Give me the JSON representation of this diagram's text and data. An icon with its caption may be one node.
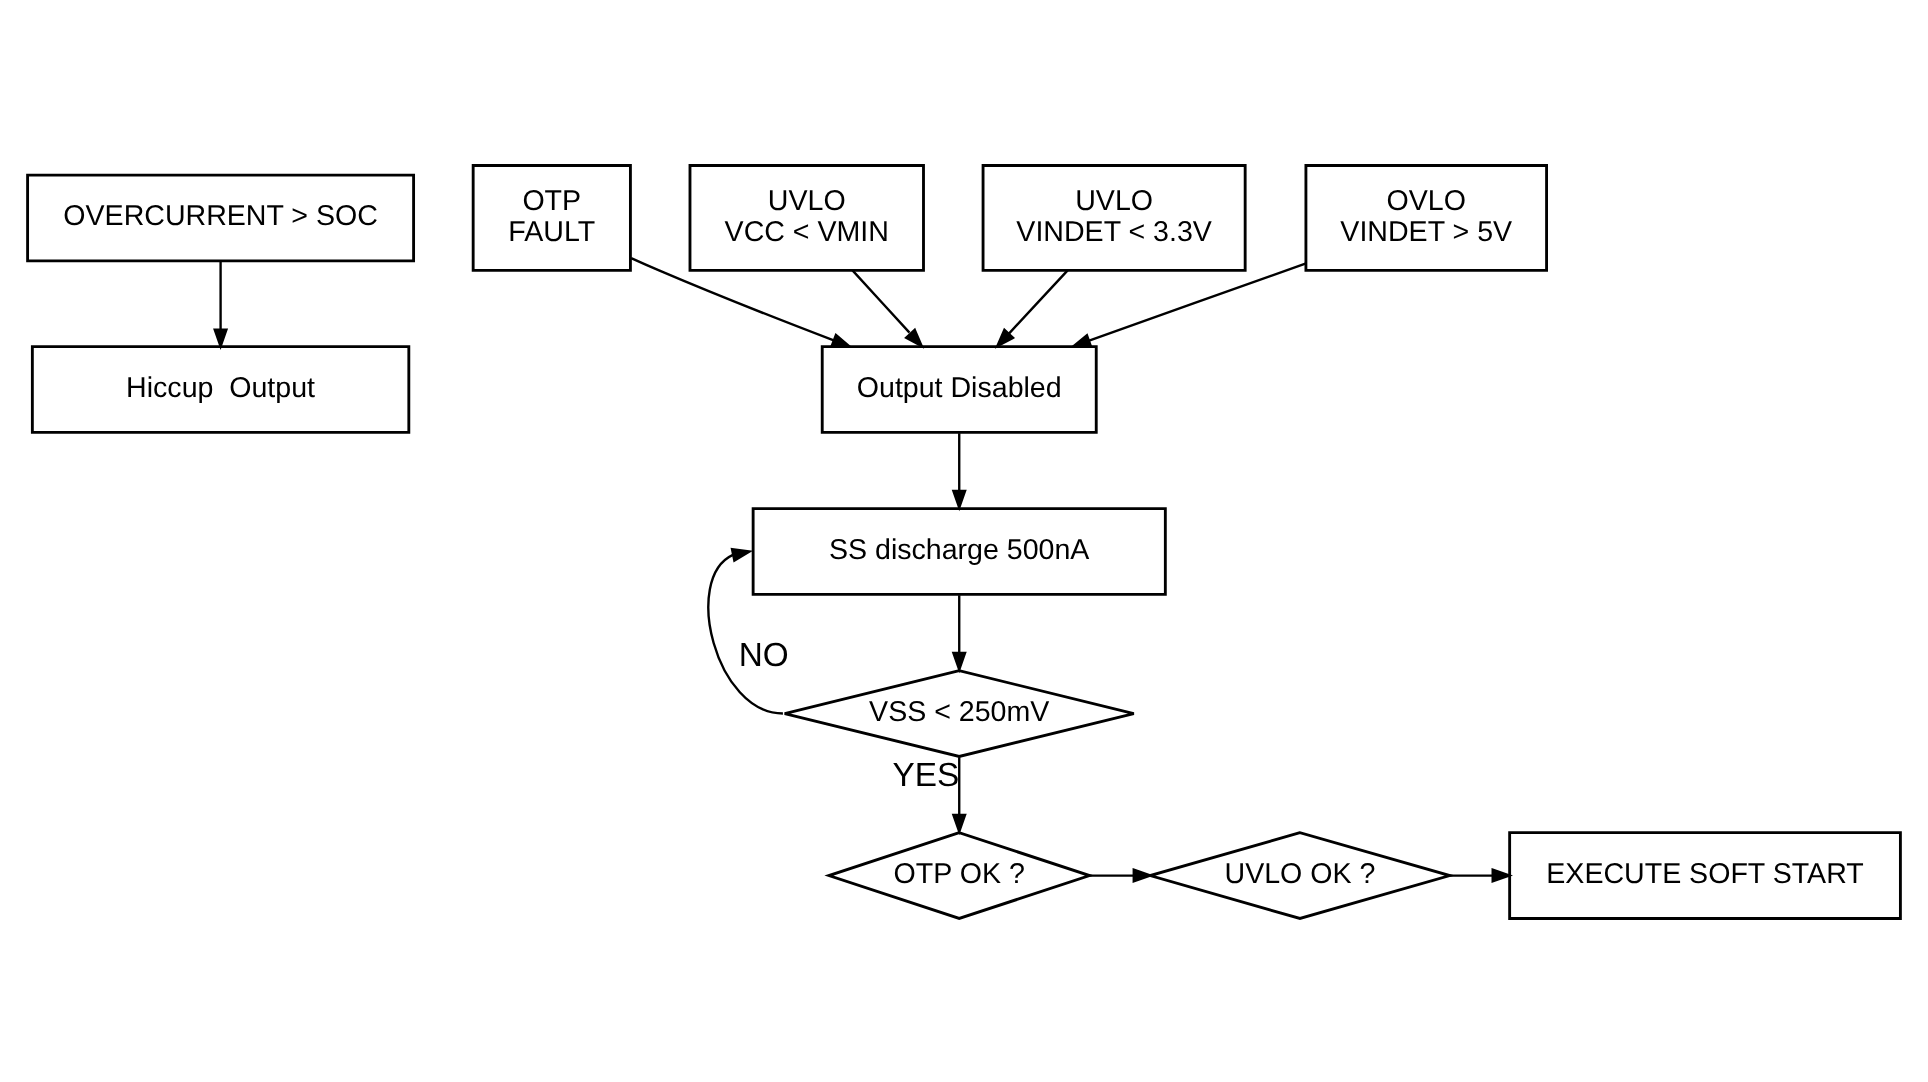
{
  "diagram": {
    "nodes": [
      {
        "text": [
          "OVERCURRENT > SOC"
        ]
      },
      {
        "text": [
          "Hiccup  Output"
        ]
      },
      {
        "text": [
          "OTP",
          "FAULT"
        ]
      },
      {
        "text": [
          "UVLO",
          "VCC < VMIN"
        ]
      },
      {
        "text": [
          "UVLO",
          "VINDET < 3.3V"
        ]
      },
      {
        "text": [
          "OVLO",
          "VINDET > 5V"
        ]
      },
      {
        "text": [
          "Output Disabled"
        ]
      },
      {
        "text": [
          "SS discharge 500nA"
        ]
      },
      {
        "text": [
          "VSS < 250mV"
        ]
      },
      {
        "text": [
          "OTP OK ?"
        ]
      },
      {
        "text": [
          "UVLO OK ?"
        ]
      },
      {
        "text": [
          "EXECUTE SOFT START"
        ]
      }
    ],
    "edges": [
      {
        "from": 0,
        "to": 1,
        "arrow": "to"
      },
      {
        "from": 2,
        "to": 6,
        "arrow": "to"
      },
      {
        "from": 3,
        "to": 6,
        "arrow": "to"
      },
      {
        "from": 4,
        "to": 6,
        "arrow": "to"
      },
      {
        "from": 5,
        "to": 6,
        "arrow": "to"
      },
      {
        "from": 6,
        "to": 7,
        "arrow": "to"
      },
      {
        "from": 7,
        "to": 8,
        "arrow": "to"
      },
      {
        "from": 8,
        "to": 7,
        "arrow": "to",
        "label": "NO"
      },
      {
        "from": 8,
        "to": 9,
        "arrow": "to",
        "label": "YES"
      },
      {
        "from": 9,
        "to": 10,
        "arrow": "to"
      },
      {
        "from": 10,
        "to": 11,
        "arrow": "to"
      }
    ]
  }
}
